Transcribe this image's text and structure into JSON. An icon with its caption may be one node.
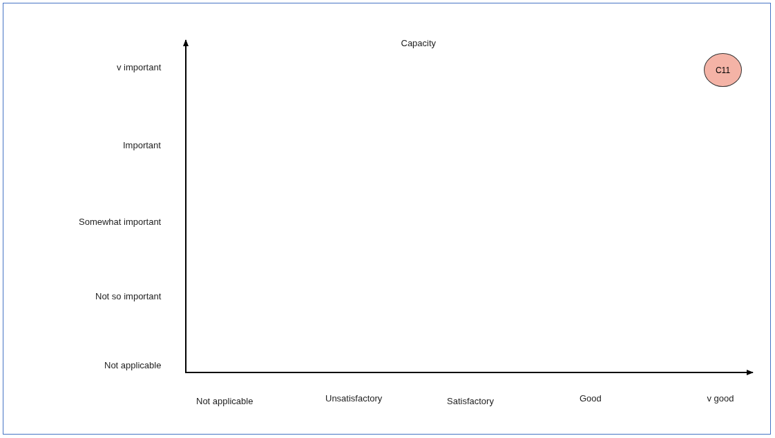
{
  "diagram": {
    "title": "Capacity",
    "nodes": [
      {
        "text": [
          "C11"
        ]
      }
    ],
    "labels": [
      "v important",
      "Important",
      "Somewhat important",
      "Not so important",
      "Not applicable",
      "Not applicable",
      "Unsatisfactory",
      "Satisfactory",
      "Good",
      "v good"
    ]
  }
}
